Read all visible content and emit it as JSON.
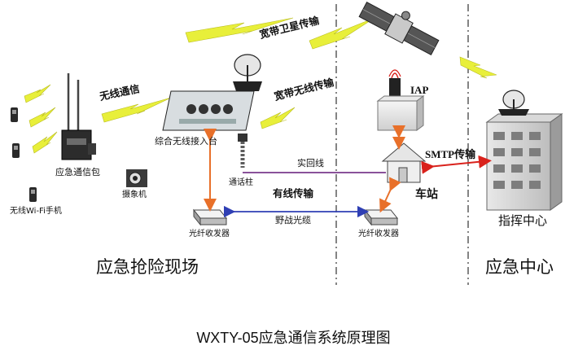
{
  "caption": "WXTY-05应急通信系统原理图",
  "zones": {
    "field": "应急抢险现场",
    "center": "应急中心"
  },
  "links": {
    "wireless": "无线通信",
    "sat": "宽带卫星传输",
    "wideband_wireless": "宽带无线传输",
    "loop": "实回线",
    "wired": "有线传输",
    "fiber": "野战光缆",
    "smtp": "SMTP传输"
  },
  "devices": {
    "phone": "无线Wi-Fi手机",
    "pack": "应急通信包",
    "camera": "摄象机",
    "station": "综合无线接入台",
    "post": "通话柱",
    "fiber_a": "光纤收发器",
    "fiber_b": "光纤收发器",
    "iap": "IAP",
    "depot": "车站",
    "hq": "指挥中心"
  },
  "colors": {
    "orange": "#e8702a",
    "red": "#d9221c",
    "blue": "#2f3fb4",
    "purple": "#7a3a8c",
    "lightning": "#e8ef3a"
  }
}
